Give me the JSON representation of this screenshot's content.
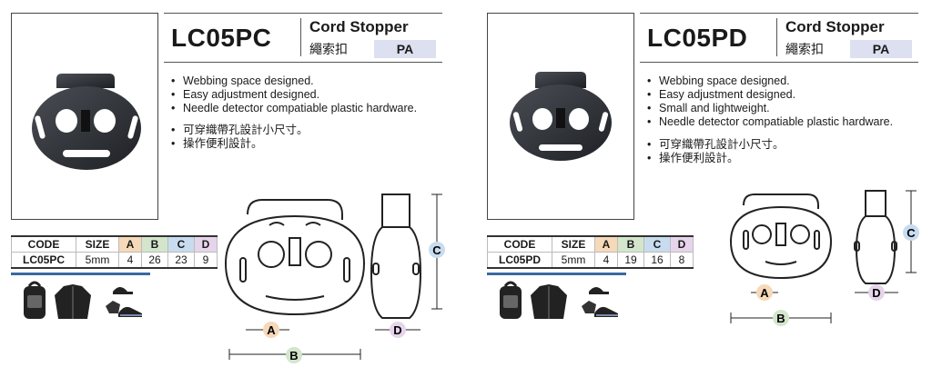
{
  "panels": [
    {
      "model": "LC05PC",
      "category_en": "Cord Stopper",
      "category_zh": "繩索扣",
      "material": "PA",
      "features_en": [
        "Webbing space designed.",
        "Easy adjustment designed.",
        "Needle detector compatiable plastic hardware."
      ],
      "features_zh": [
        "可穿織帶孔設計小尺寸。",
        "操作便利設計。"
      ],
      "spec_headers": [
        "CODE",
        "SIZE",
        "A",
        "B",
        "C",
        "D"
      ],
      "spec_values": [
        "LC05PC",
        "5mm",
        "4",
        "26",
        "23",
        "9"
      ],
      "dims": {
        "a": "A",
        "b": "B",
        "c": "C",
        "d": "D"
      }
    },
    {
      "model": "LC05PD",
      "category_en": "Cord Stopper",
      "category_zh": "繩索扣",
      "material": "PA",
      "features_en": [
        "Webbing space designed.",
        "Easy adjustment designed.",
        "Small and lightweight.",
        "Needle detector compatiable plastic hardware."
      ],
      "features_zh": [
        "可穿織帶孔設計小尺寸。",
        "操作便利設計。"
      ],
      "spec_headers": [
        "CODE",
        "SIZE",
        "A",
        "B",
        "C",
        "D"
      ],
      "spec_values": [
        "LC05PD",
        "5mm",
        "4",
        "19",
        "16",
        "8"
      ],
      "dims": {
        "a": "A",
        "b": "B",
        "c": "C",
        "d": "D"
      }
    }
  ],
  "icons": [
    "backpack-icon",
    "jacket-icon",
    "cap-glove-icon",
    "shoe-icon"
  ],
  "colors": {
    "material_bg": "#dde0f0",
    "icon_bar": "#3a6aa0",
    "col_a": "#f5d9b8",
    "col_b": "#d3e6cc",
    "col_c": "#c8dcef",
    "col_d": "#e6d5ea",
    "product": "#2b2e33"
  }
}
